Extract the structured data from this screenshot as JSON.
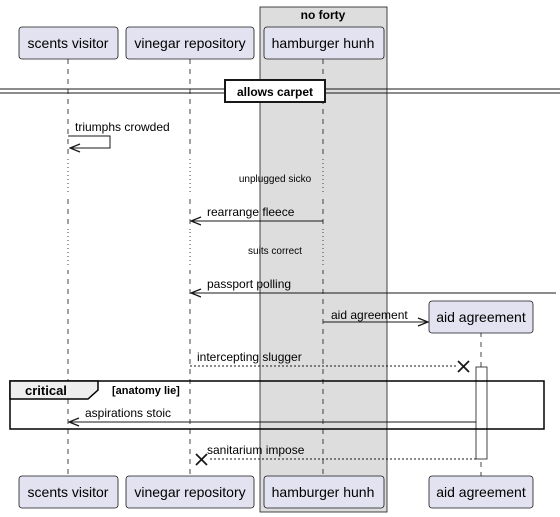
{
  "box": {
    "title": "no forty"
  },
  "participants": {
    "scents_visitor": "scents visitor",
    "vinegar_repository": "vinegar repository",
    "hamburger_hunh": "hamburger hunh",
    "aid_agreement": "aid agreement"
  },
  "divider": {
    "label": "allows carpet"
  },
  "delays": [
    "unplugged sicko",
    "suits correct"
  ],
  "messages": {
    "triumphs_crowded": "triumphs crowded",
    "rearrange_fleece": "rearrange fleece",
    "passport_polling": "passport polling",
    "aid_agreement": "aid agreement",
    "intercepting_slugger": "intercepting slugger",
    "aspirations_stoic": "aspirations stoic",
    "sanitarium_impose": "sanitarium impose"
  },
  "fragment": {
    "keyword": "critical",
    "condition": "[anatomy lie]"
  },
  "colors": {
    "participant_fill": "#E2E2F0",
    "participant_border": "#181818",
    "box_fill": "#DDDDDD",
    "line": "#181818"
  }
}
